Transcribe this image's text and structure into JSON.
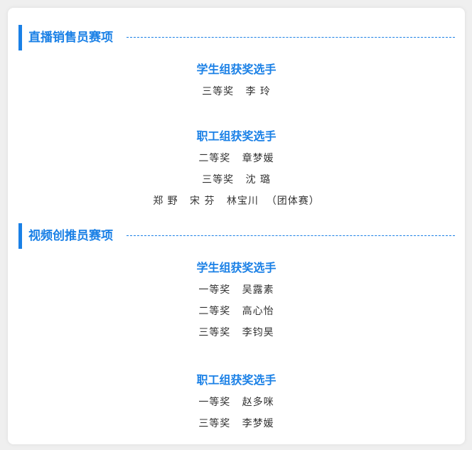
{
  "sections": [
    {
      "title": "直播销售员赛项",
      "groups": [
        {
          "title": "学生组获奖选手",
          "lines": [
            "三等奖   李 玲"
          ]
        },
        {
          "title": "职工组获奖选手",
          "lines": [
            "二等奖   章梦媛",
            "三等奖   沈 璐",
            "郑 野   宋 芬   林宝川  （团体赛）"
          ]
        }
      ]
    },
    {
      "title": "视频创推员赛项",
      "groups": [
        {
          "title": "学生组获奖选手",
          "lines": [
            "一等奖   吴露素",
            "二等奖   高心怡",
            "三等奖   李钧昊"
          ]
        },
        {
          "title": "职工组获奖选手",
          "lines": [
            "一等奖   赵多咪",
            "三等奖   李梦媛"
          ]
        }
      ]
    }
  ],
  "colors": {
    "accent": "#1a80e6",
    "text": "#333333",
    "background": "#ffffff"
  }
}
